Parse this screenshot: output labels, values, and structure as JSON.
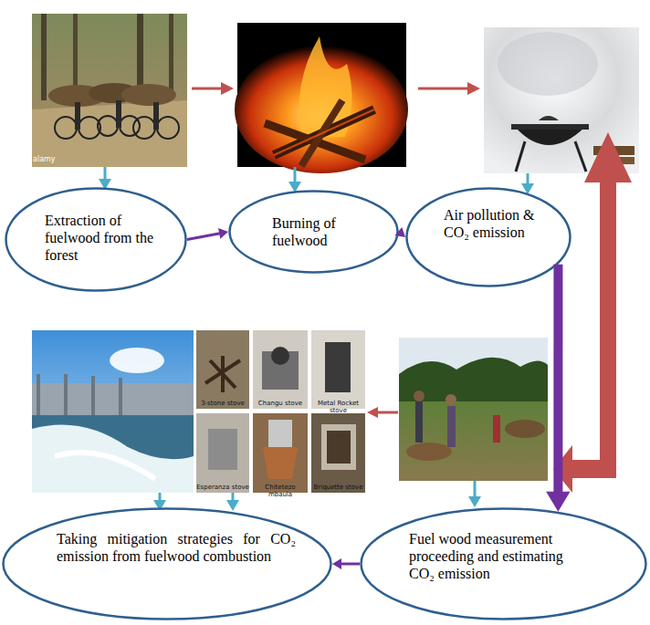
{
  "diagram": {
    "nodes": [
      {
        "text": [
          "Extraction of fuelwood from the forest"
        ]
      },
      {
        "text": [
          "Burning of fuelwood"
        ]
      },
      {
        "text": [
          "Air pollution & CO₂ emission"
        ]
      },
      {
        "text": [
          "Fuel wood measurement proceeding and estimating CO₂ emission"
        ]
      },
      {
        "text": [
          "Taking mitigation strategies for CO₂ emission from fuelwood combustion"
        ]
      }
    ],
    "edges": [
      {
        "from": 0,
        "to": 1,
        "arrow": "to"
      },
      {
        "from": 1,
        "to": 2,
        "arrow": "to"
      },
      {
        "from": 2,
        "to": 3,
        "arrow": "to"
      },
      {
        "from": 3,
        "to": 4,
        "arrow": "to"
      }
    ],
    "labels": [
      "alamy",
      "3-stone stove",
      "Changu stove",
      "Metal Rocket stove",
      "Esperanza stove",
      "Chitetezo mbaula",
      "Briquette stove"
    ]
  }
}
